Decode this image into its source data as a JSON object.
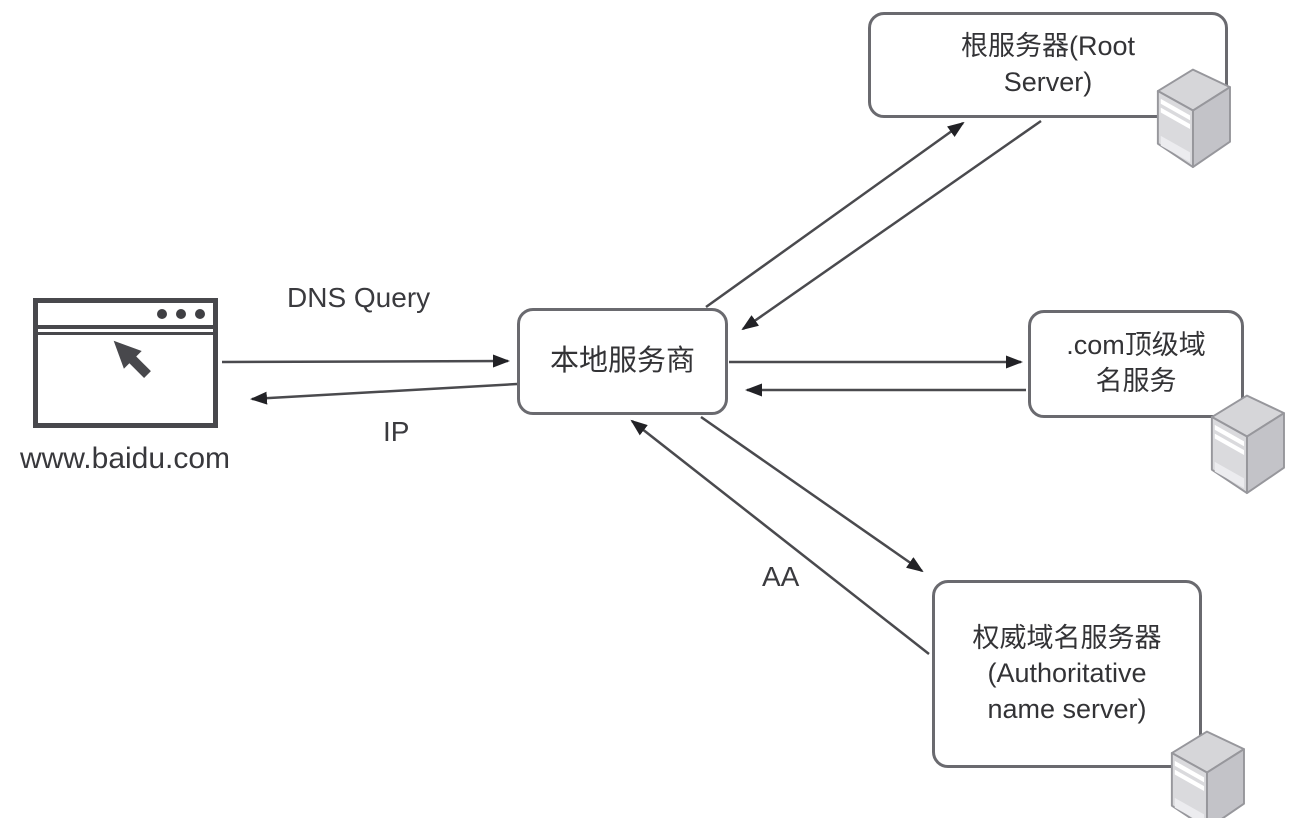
{
  "diagram": {
    "client": {
      "label": "www.baidu.com"
    },
    "local_resolver": {
      "label": "本地服务商"
    },
    "root_server": {
      "label": "根服务器(Root\nServer)"
    },
    "tld_server": {
      "label": ".com顶级域\n名服务"
    },
    "authoritative_server": {
      "label": "权威域名服务器\n(Authoritative\nname server)"
    },
    "edge_labels": {
      "dns_query": "DNS Query",
      "ip_response": "IP",
      "authoritative_answer": "AA"
    },
    "icons": {
      "client": "browser-window-icon",
      "client_pointer": "cursor-arrow-icon",
      "servers": "server-tower-icon"
    },
    "colors": {
      "line": "#4a4a4e",
      "box_border": "#6a6a6f",
      "text": "#37373b",
      "server_front": "#dadadd",
      "server_side": "#c3c3c8",
      "server_top": "#d6d6d9"
    }
  }
}
